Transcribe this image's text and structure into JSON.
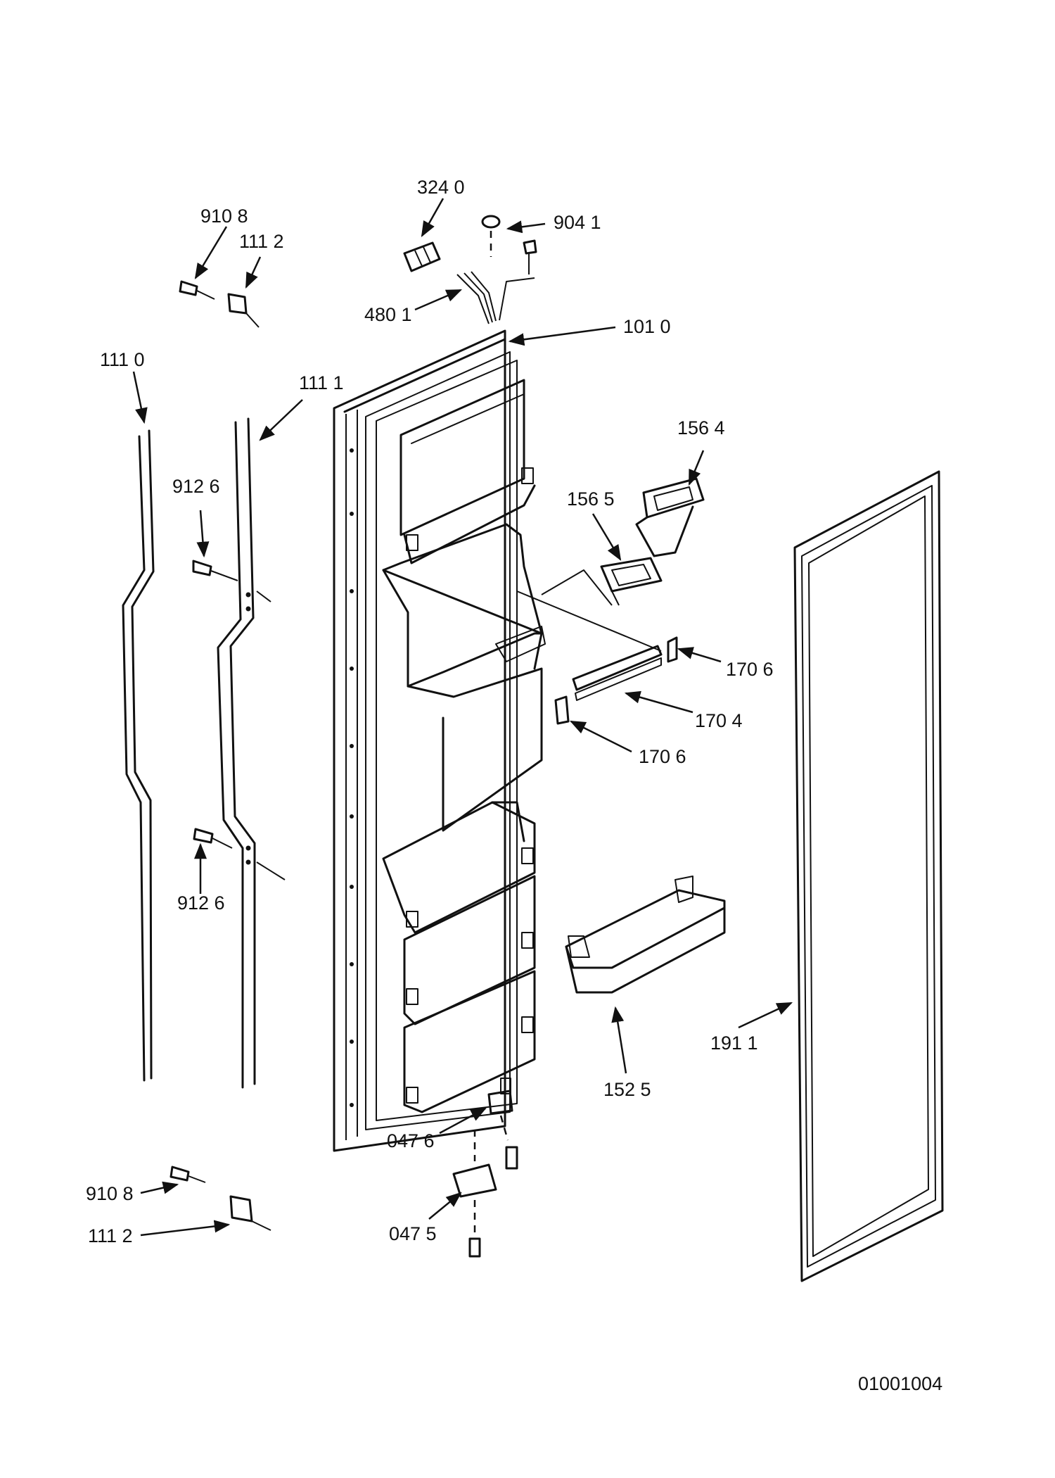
{
  "labels": {
    "l3240": "324 0",
    "l9041": "904 1",
    "l9108a": "910 8",
    "l1112a": "111 2",
    "l4801": "480 1",
    "l1010": "101 0",
    "l1110": "111 0",
    "l1111": "111 1",
    "l9126a": "912 6",
    "l1564": "156 4",
    "l1565": "156 5",
    "l1706a": "170 6",
    "l1704": "170 4",
    "l1706b": "170 6",
    "l9126b": "912 6",
    "l1911": "191 1",
    "l1525": "152 5",
    "l0476": "047 6",
    "l9108b": "910 8",
    "l1112b": "111 2",
    "l0475": "047 5",
    "docnum": "01001004"
  }
}
